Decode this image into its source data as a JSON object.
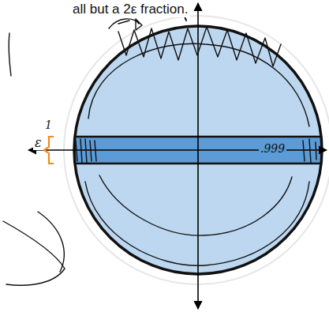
{
  "diagram": {
    "labels": [
      "all but a 2ε fraction.",
      "1",
      "ε",
      ".999"
    ]
  }
}
